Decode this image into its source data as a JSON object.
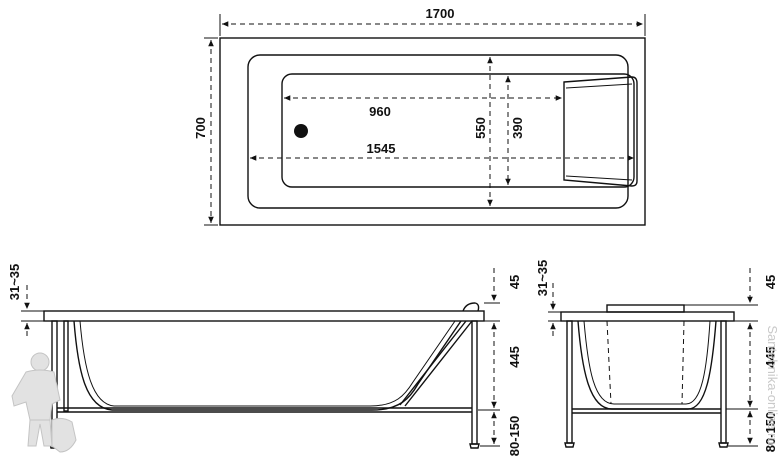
{
  "top_view": {
    "dimensions": {
      "overall_length": "1700",
      "overall_width": "700",
      "inner_length": "960",
      "bottom_length": "1545",
      "inner_width": "550",
      "bottom_width": "390"
    }
  },
  "side_view": {
    "dimensions": {
      "rim_thickness": "31~35",
      "rim_offset": "45",
      "depth": "445",
      "leg_height": "80-150"
    }
  },
  "end_view": {
    "dimensions": {
      "rim_thickness": "31~35",
      "rim_offset": "45",
      "depth": "445",
      "leg_height": "80-150"
    }
  },
  "watermark": {
    "text": "Santehnika-online.ru",
    "color": "#c9c9c9"
  },
  "colors": {
    "line": "#111111",
    "background": "#ffffff"
  }
}
